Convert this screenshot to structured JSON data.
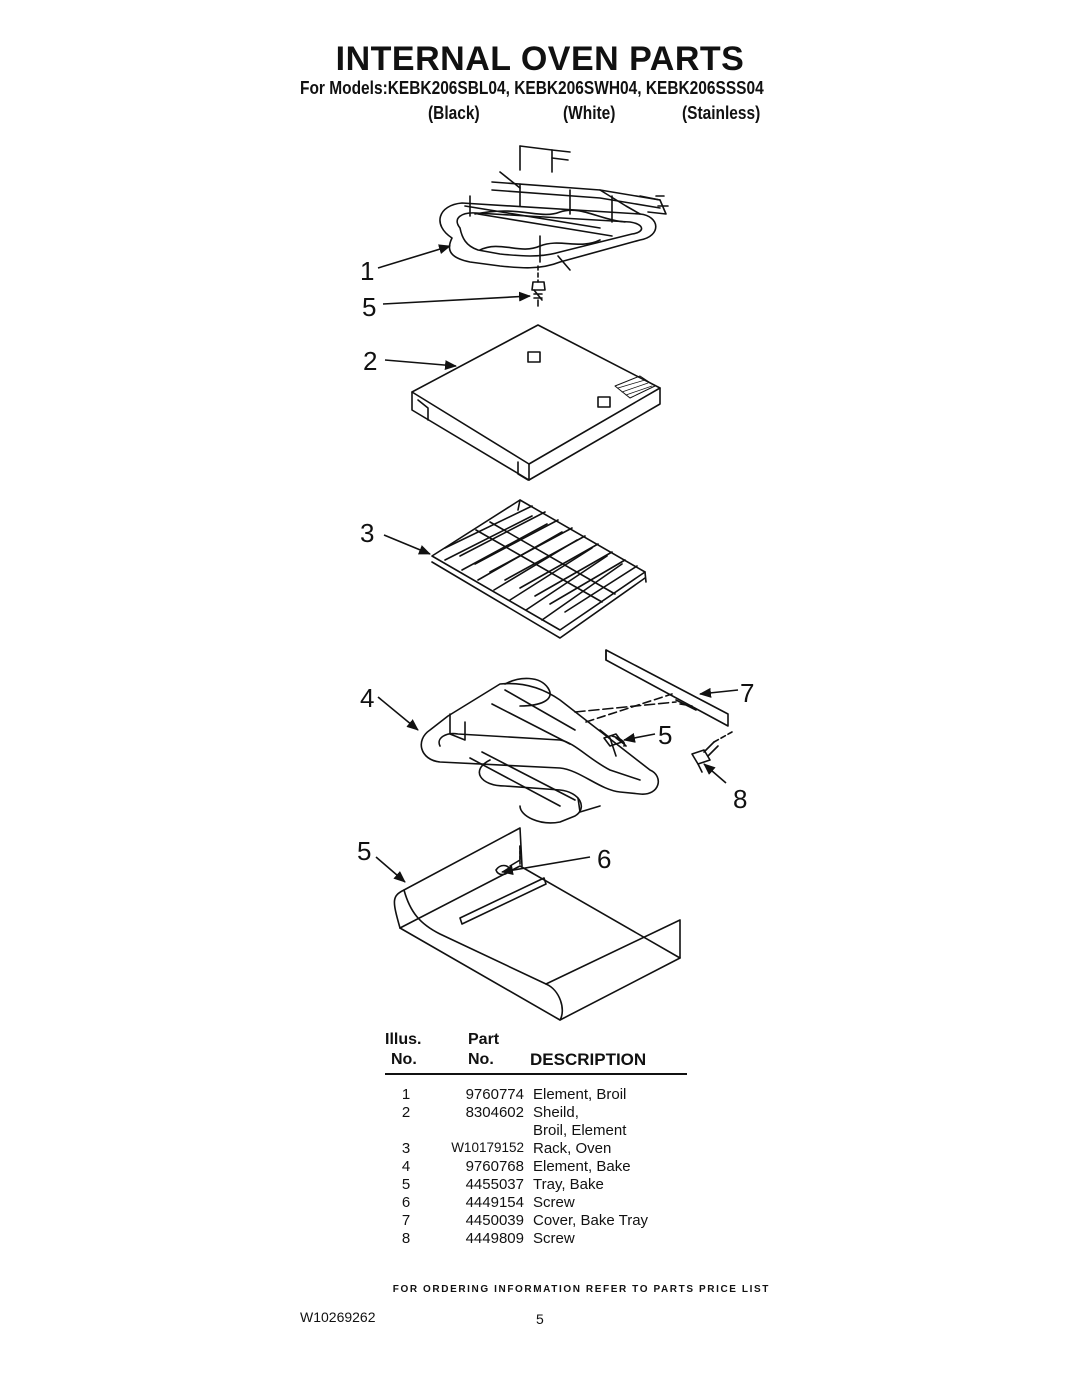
{
  "header": {
    "title": "INTERNAL OVEN PARTS",
    "models_line": "For Models:KEBK206SBL04, KEBK206SWH04, KEBK206SSS04",
    "variants": [
      "(Black)",
      "(White)",
      "(Stainless)"
    ]
  },
  "diagram": {
    "callouts": [
      "1",
      "5",
      "2",
      "3",
      "4",
      "7",
      "5",
      "8",
      "5",
      "6"
    ],
    "parts_depicted": [
      "Element, Broil",
      "Sheild, Broil, Element",
      "Rack, Oven",
      "Element, Bake",
      "Tray, Bake",
      "Screw",
      "Cover, Bake Tray",
      "Screw"
    ]
  },
  "parts_table": {
    "header_illus_1": "Illus.",
    "header_illus_2": "No.",
    "header_part_1": "Part",
    "header_part_2": "No.",
    "header_desc": "DESCRIPTION",
    "rows": [
      {
        "illus": "1",
        "part": "9760774",
        "desc": "Element, Broil"
      },
      {
        "illus": "2",
        "part": "8304602",
        "desc": "Sheild,"
      },
      {
        "illus": "",
        "part": "",
        "desc": "Broil, Element"
      },
      {
        "illus": "3",
        "part": "W10179152",
        "desc": "Rack, Oven"
      },
      {
        "illus": "4",
        "part": "9760768",
        "desc": "Element, Bake"
      },
      {
        "illus": "5",
        "part": "4455037",
        "desc": "Tray, Bake"
      },
      {
        "illus": "6",
        "part": "4449154",
        "desc": "Screw"
      },
      {
        "illus": "7",
        "part": "4450039",
        "desc": "Cover, Bake Tray"
      },
      {
        "illus": "8",
        "part": "4449809",
        "desc": "Screw"
      }
    ]
  },
  "footer": {
    "ordering_note": "FOR ORDERING INFORMATION REFER TO PARTS PRICE LIST",
    "doc_number": "W10269262",
    "page_number": "5"
  }
}
